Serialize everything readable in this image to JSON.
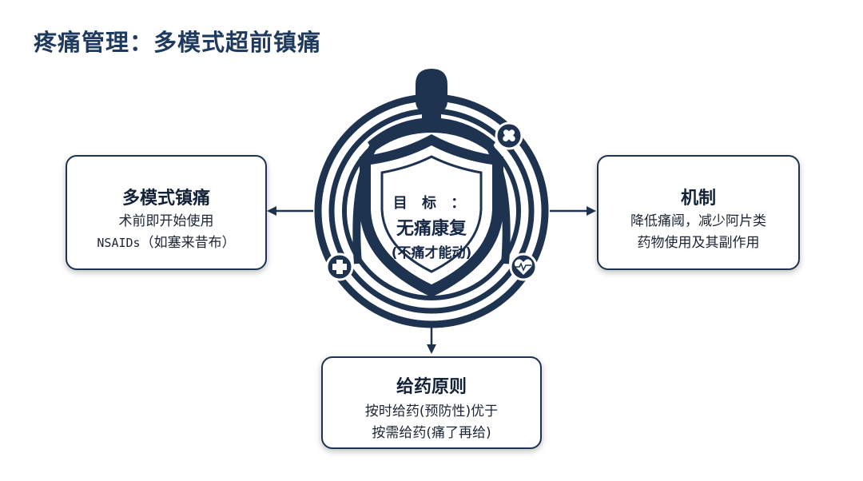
{
  "title": "疼痛管理：多模式超前镇痛",
  "center": {
    "label": "目 标 ：",
    "main": "无痛康复",
    "sub": "(不痛才能动)"
  },
  "left_box": {
    "title": "多模式镇痛",
    "line1": "术前即开始使用",
    "line2_mono": "NSAIDs",
    "line2_rest": "（如塞来昔布）"
  },
  "right_box": {
    "title": "机制",
    "line1": "降低痛阈，减少阿片类",
    "line2": "药物使用及其副作用"
  },
  "bottom_box": {
    "title": "给药原则",
    "line1": "按时给药(预防性)优于",
    "line2": "按需给药(痛了再给)"
  },
  "icons": [
    "person-head-icon",
    "shield-icon",
    "pill-cross-icon",
    "medical-cross-icon",
    "heart-pulse-icon"
  ],
  "colors": {
    "navy": "#1e3350",
    "accent": "#1f3a5f"
  }
}
